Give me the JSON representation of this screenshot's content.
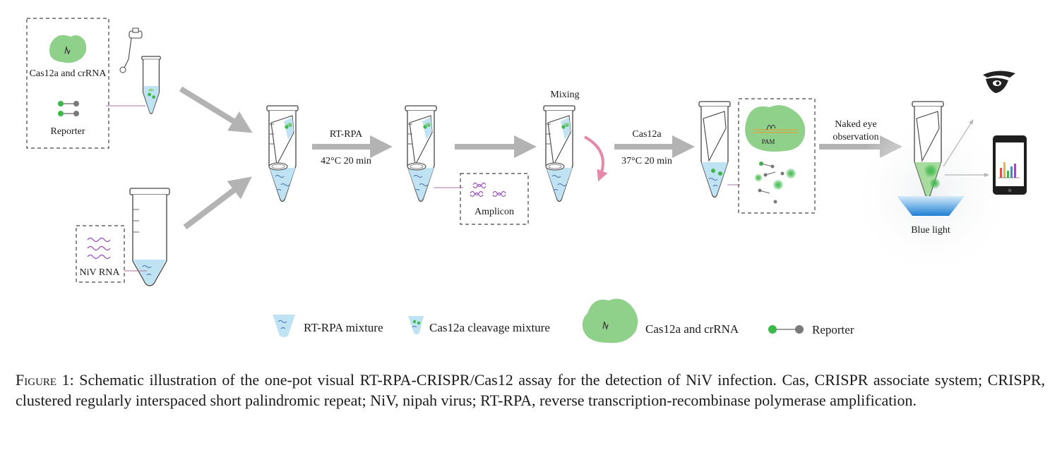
{
  "labels": {
    "cas_box": "Cas12a and crRNA",
    "reporter_box": "Reporter",
    "niv_rna": "NiV RNA",
    "step1_name": "RT-RPA",
    "step1_cond": "42°C 20 min",
    "amplicon": "Amplicon",
    "mixing": "Mixing",
    "step2_name": "Cas12a",
    "step2_cond": "37°C 20 min",
    "pam": "PAM",
    "naked_eye_1": "Naked eye",
    "naked_eye_2": "observation",
    "blue_light": "Blue light"
  },
  "legend": {
    "rtrpa_mixture": "RT-RPA mixture",
    "cleavage_mixture": "Cas12a cleavage mixture",
    "cas_crrna": "Cas12a and crRNA",
    "reporter": "Reporter"
  },
  "caption": {
    "figure_label": "Figure 1:",
    "text": "Schematic illustration of the one-pot visual RT-RPA-CRISPR/Cas12 assay for the detection of NiV infection. Cas, CRISPR associate system; CRISPR, clustered regularly interspaced short palindromic repeat; NiV, nipah virus; RT-RPA, reverse transcription-recombinase polymerase amplification."
  },
  "colors": {
    "arrow_gray": "#b3b3b3",
    "cas_green": "#8fd18a",
    "reporter_green": "#3db84a",
    "reporter_gray": "#7a7a7a",
    "liquid_blue": "#bfe3f3",
    "mix_pink": "#e48aa6",
    "blue_light": "#2f8fd8",
    "rna_purple": "#9a4fb8"
  }
}
